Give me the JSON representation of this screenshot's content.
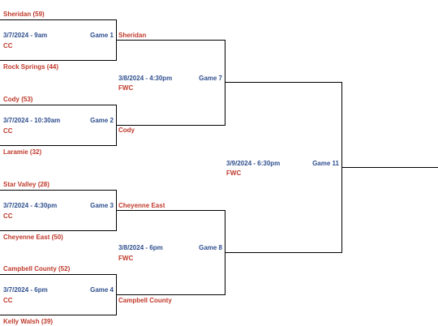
{
  "round1": [
    {
      "top_team": "Sheridan (59)",
      "datetime": "3/7/2024 - 9am",
      "game": "Game 1",
      "venue": "CC",
      "bottom_team": "Rock Springs (44)"
    },
    {
      "top_team": "Cody (53)",
      "datetime": "3/7/2024 - 10:30am",
      "game": "Game 2",
      "venue": "CC",
      "bottom_team": "Laramie (32)"
    },
    {
      "top_team": "Star Valley (28)",
      "datetime": "3/7/2024 - 4:30pm",
      "game": "Game 3",
      "venue": "CC",
      "bottom_team": "Cheyenne East (50)"
    },
    {
      "top_team": "Campbell County (52)",
      "datetime": "3/7/2024 - 6pm",
      "game": "Game 4",
      "venue": "CC",
      "bottom_team": "Kelly Walsh (39)"
    }
  ],
  "round2": [
    {
      "top_team": "Sheridan",
      "datetime": "3/8/2024 - 4:30pm",
      "game": "Game 7",
      "venue": "FWC",
      "bottom_team": "Cody"
    },
    {
      "top_team": "Cheyenne East",
      "datetime": "3/8/2024 - 6pm",
      "game": "Game 8",
      "venue": "FWC",
      "bottom_team": "Campbell County"
    }
  ],
  "final": {
    "datetime": "3/9/2024 - 6:30pm",
    "game": "Game 11",
    "venue": "FWC"
  },
  "colors": {
    "team": "#c0392b",
    "schedule": "#2f4f8f",
    "line": "#000000"
  }
}
